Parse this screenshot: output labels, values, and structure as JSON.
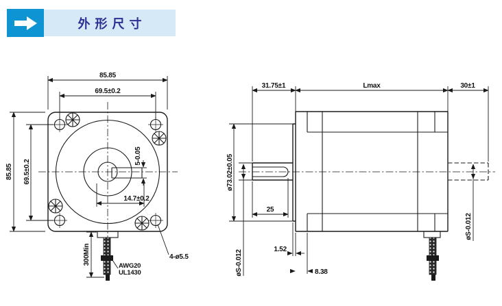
{
  "header": {
    "title": "外形尺寸",
    "arrow_icon": "right-arrow",
    "accent_color": "#0e93d3",
    "bar_color": "#d5e9f7",
    "title_color": "#2f2f93"
  },
  "front_view": {
    "dim_flange_width": "85.85",
    "dim_hole_spacing_h": "69.5±0.2",
    "dim_flange_height": "85.85",
    "dim_hole_spacing_v": "69.5±0.2",
    "dim_keyway_width": "5-0.05",
    "dim_flat_offset": "14.7±0.2",
    "dim_lead_length": "300Min",
    "wire_label_line1": "AWG20",
    "wire_label_line2": "UL1430",
    "mount_holes_label": "4-ø5.5"
  },
  "side_view": {
    "dim_front_shaft_length": "31.75±1",
    "dim_body_length": "Lmax",
    "dim_rear_shaft_length": "30±1",
    "dim_pilot_diameter": "ø73.02±0.05",
    "dim_flat_length": "25",
    "dim_pilot_protrusion": "1.52",
    "dim_flange_thickness": "8.38",
    "dim_front_shaft_diameter": "øS-0.012",
    "dim_rear_shaft_diameter": "øS-0.012"
  }
}
